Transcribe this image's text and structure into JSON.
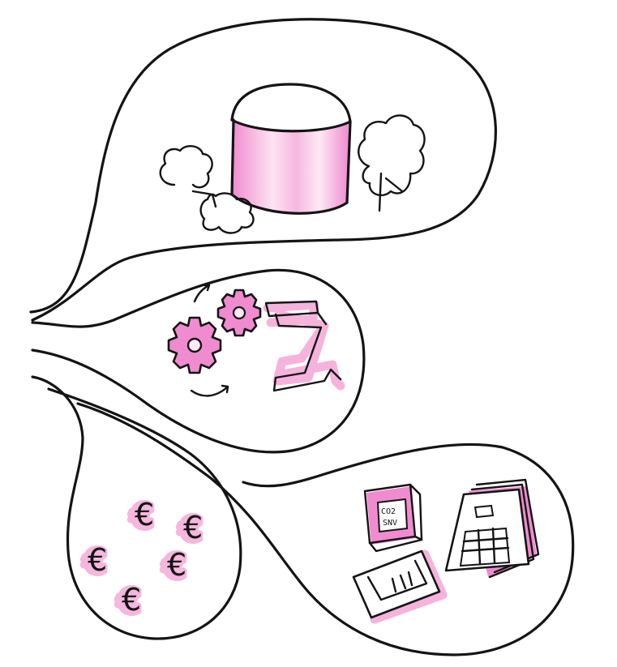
{
  "illustration": {
    "panels": [
      {
        "id": "production",
        "icons": [
          "storage-tank-icon",
          "cloud-tree-icon",
          "tree-icon"
        ]
      },
      {
        "id": "industry",
        "icons": [
          "gear-icon",
          "gear-icon",
          "factory-outline-icon"
        ]
      },
      {
        "id": "finance",
        "icons": [
          "euro-icon",
          "euro-icon",
          "euro-icon",
          "euro-icon",
          "euro-icon"
        ]
      },
      {
        "id": "paperwork",
        "icons": [
          "binder-icon",
          "document-icon",
          "form-stack-icon"
        ]
      }
    ],
    "euro_symbol": "€",
    "binder_label_line1": "CO2",
    "binder_label_line2": "SNV"
  },
  "colors": {
    "ink": "#141414",
    "highlight": "#f3a6d6",
    "highlight_light": "#fbd7ee",
    "background": "#ffffff"
  }
}
